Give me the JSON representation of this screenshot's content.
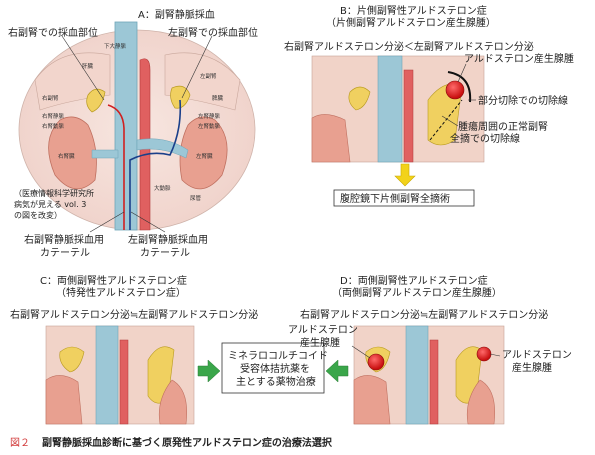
{
  "panel_a": {
    "title": "A：副腎静脈採血",
    "label_right_site": "右副腎での採血部位",
    "label_left_site": "左副腎での採血部位",
    "source_note_lines": [
      "（医療情報科学研究所",
      "病気が見える vol. 3",
      "の図を改変）"
    ],
    "label_right_catheter_lines": [
      "右副腎静脈採血用",
      "カテーテル"
    ],
    "label_left_catheter_lines": [
      "左副腎静脈採血用",
      "カテーテル"
    ],
    "anatomy_small_labels": [
      "肝臓",
      "下大静脈",
      "右副腎",
      "左副腎",
      "右腎臓",
      "左腎臓",
      "大動脈",
      "脾臓",
      "右腎静脈",
      "左腎静脈",
      "右腎動脈",
      "左腎動脈",
      "尿管"
    ]
  },
  "panel_b": {
    "title_lines": [
      "B：片側副腎性アルドステロン症",
      "（片側副腎アルドステロン産生腺腫）"
    ],
    "secretion": "右副腎アルドステロン分泌＜左副腎アルドステロン分泌",
    "label_adenoma": "アルドステロン産生腺腫",
    "label_partial": "部分切除での切除線",
    "label_normal_lines": [
      "腫瘍周囲の正常副腎",
      "全摘での切除線"
    ],
    "result": "腹腔鏡下片側副腎全摘術"
  },
  "panel_c": {
    "title_lines": [
      "C：両側副腎性アルドステロン症",
      "（特発性アルドステロン症）"
    ],
    "secretion": "右副腎アルドステロン分泌≒左副腎アルドステロン分泌"
  },
  "panel_d": {
    "title_lines": [
      "D：両側副腎性アルドステロン症",
      "（両側副腎アルドステロン産生腺腫）"
    ],
    "secretion": "右副腎アルドステロン分泌≒左副腎アルドステロン分泌",
    "label_left_lines": [
      "アルドステロン",
      "産生腺腫"
    ],
    "label_right_lines": [
      "アルドステロン",
      "産生腺腫"
    ]
  },
  "center_box_lines": [
    "ミネラロコルチコイド",
    "受容体拮抗薬を",
    "主とする薬物治療"
  ],
  "caption": {
    "figure_no": "図２",
    "text": "副腎静脈採血診断に基づく原発性アルドステロン症の治療法選択"
  },
  "colors": {
    "vein_blue": "#9cc7d6",
    "aorta_red": "#e06060",
    "kidney": "#e8a090",
    "adenoma_red": "#e02020",
    "arrow_green": "#3aa64a",
    "arrow_yellow": "#f2d21a",
    "caption_red": "#d23b3b"
  }
}
